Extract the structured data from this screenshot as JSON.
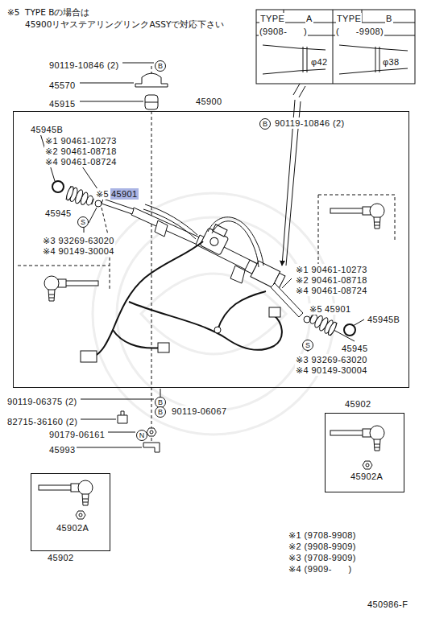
{
  "diagram": {
    "nodes": [
      {
        "text": [
          "45900"
        ]
      },
      {
        "text": [
          "45902",
          "45902A"
        ]
      },
      {
        "text": [
          "45902A",
          "45902"
        ]
      }
    ],
    "labels": [
      "※5",
      "TYPE Bの場合は",
      "45900リヤステアリングリンクASSYで対応下さい",
      "TYPE",
      "A",
      "TYPE",
      "B",
      "(9908-      )",
      "(      -9908)",
      "φ42",
      "φ38",
      "90119-10846 (2)",
      "B",
      "45570",
      "45915",
      "B",
      "90119-10846 (2)",
      "45945B",
      "※1 90461-10273",
      "※2 90461-08718",
      "※4 90461-08724",
      "※5",
      "45901",
      "45945",
      "S",
      "※3 93269-63020",
      "※4 90149-30004",
      "※1 90461-10273",
      "※2 90461-08718",
      "※4 90461-08724",
      "※5",
      "45901",
      "45945B",
      "S",
      "45945",
      "※3 93269-63020",
      "※4 90149-30004",
      "90119-06375 (2)",
      "B",
      "B",
      "90119-06067",
      "82715-36160 (2)",
      "90179-06161",
      "N",
      "45993",
      "※1 (9708-9908)",
      "※2 (9908-9909)",
      "※3 (9708-9909)",
      "※4 (9909-      )",
      "450986-F"
    ]
  }
}
